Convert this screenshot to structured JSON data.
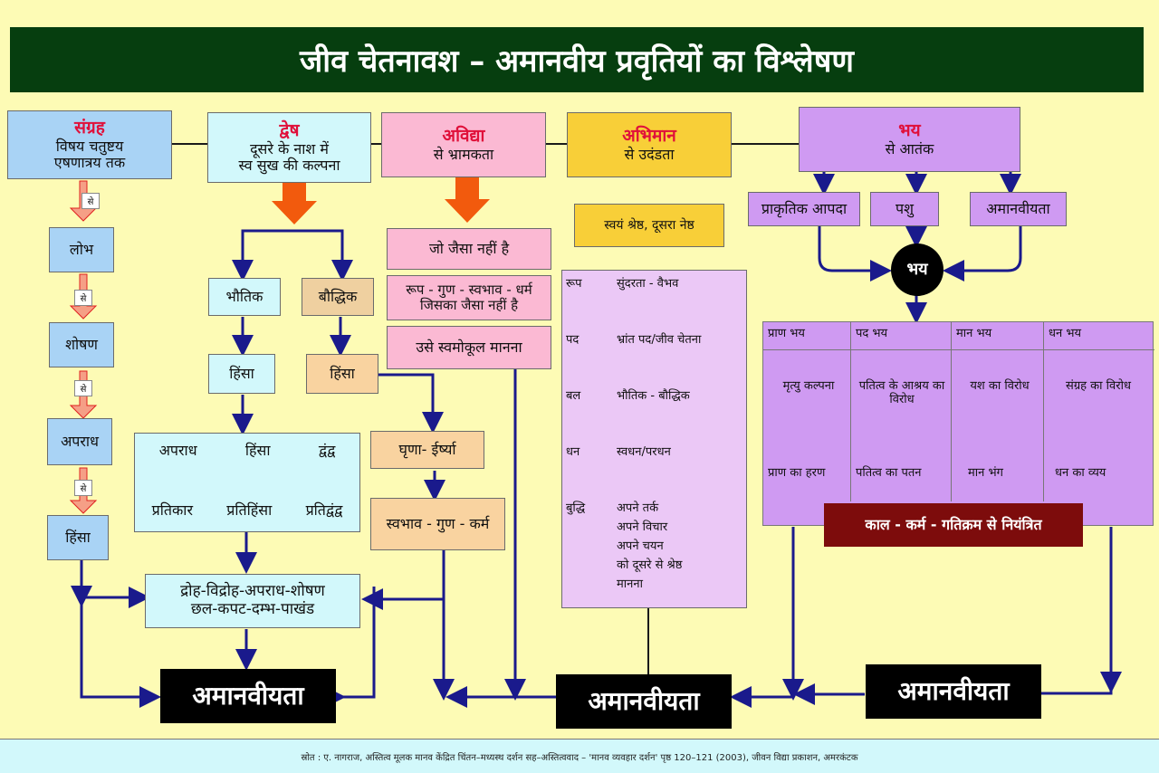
{
  "title": "जीव चेतनावश – अमानवीय प्रवृतियों का विश्लेषण",
  "top": {
    "sangrah": {
      "head": "संग्रह",
      "line1": "विषय चतुष्टय",
      "line2": "एषणात्रय तक"
    },
    "dwesh": {
      "head": "द्वेष",
      "line1": "दूसरे के नाश में",
      "line2": "स्व सुख की कल्पना"
    },
    "avidya": {
      "head": "अविद्या",
      "line1": "से भ्रामकता"
    },
    "abhiman": {
      "head": "अभिमान",
      "line1": "से उदंडता"
    },
    "bhay": {
      "head": "भय",
      "line1": "से आतंक"
    }
  },
  "se_label": "से",
  "left_chain": [
    "लोभ",
    "शोषण",
    "अपराध",
    "हिंसा"
  ],
  "dwesh_branch": {
    "bhautik": "भौतिक",
    "bauddhik": "बौद्धिक",
    "hinsa1": "हिंसा",
    "hinsa2": "हिंसा",
    "top_row": [
      "अपराध",
      "हिंसा",
      "द्वंद्व"
    ],
    "bottom_row": [
      "प्रतिकार",
      "प्रतिहिंसा",
      "प्रतिद्वंद्व"
    ],
    "ghrina": "घृणा- ईर्ष्या",
    "svabhav": "स्वभाव - गुण - कर्म",
    "droh_line1": "द्रोह-विद्रोह-अपराध-शोषण",
    "droh_line2": "छल-कपट-दम्भ-पाखंड"
  },
  "avidya_branch": {
    "jo_jaisa": "जो जैसा नहीं है",
    "roop_line1": "रूप - गुण - स्वभाव - धर्म",
    "roop_line2": "जिसका जैसा नहीं है",
    "use": "उसे स्वमोकूल मानना"
  },
  "abhiman_branch": {
    "svayam": "स्वयं श्रेष्ठ,    दूसरा नेष्ठ",
    "items": [
      {
        "key": "रूप",
        "val": "सुंदरता - वैभव"
      },
      {
        "key": "पद",
        "val": "भ्रांत पद/जीव चेतना"
      },
      {
        "key": "बल",
        "val": "भौतिक - बौद्धिक"
      },
      {
        "key": "धन",
        "val": "स्वधन/परधन"
      },
      {
        "key": "बुद्धि",
        "val": "अपने तर्क"
      }
    ],
    "buddhi_more": [
      "अपने विचार",
      "अपने चयन",
      "को दूसरे से श्रेष्ठ",
      "मानना"
    ]
  },
  "bhay_branch": {
    "sources": [
      "प्राकृतिक आपदा",
      "पशु",
      "अमानवीयता"
    ],
    "circle": "भय",
    "columns": [
      {
        "head": "प्राण भय",
        "mid": "मृत्यु कल्पना",
        "bottom": "प्राण का हरण"
      },
      {
        "head": "पद भय",
        "mid": "पतित्व के आश्रय का विरोध",
        "bottom": "पतित्व का पतन"
      },
      {
        "head": "मान भय",
        "mid": "यश का विरोध",
        "bottom": "मान भंग"
      },
      {
        "head": "धन भय",
        "mid": "संग्रह का विरोध",
        "bottom": "धन का व्यय"
      }
    ],
    "kaal": "काल - कर्म - गतिक्रम से नियंत्रित"
  },
  "amanaviyata": [
    "अमानवीयता",
    "अमानवीयता",
    "अमानवीयता"
  ],
  "footer": "स्रोत : ए. नागराज, अस्तित्व मूलक मानव केंद्रित चिंतन–मध्यस्थ दर्शन सह–अस्तित्ववाद – 'मानव व्यवहार दर्शन' पृष्ठ 120–121 (2003), जीवन विद्या प्रकाशन, अमरकंटक",
  "colors": {
    "title_bg": "#063e0f",
    "page_bg": "#fdfbb5",
    "arrow": "#1a1a8c",
    "orange_arrow": "#f25a0d",
    "kaal_bg": "#7d0c0c"
  }
}
